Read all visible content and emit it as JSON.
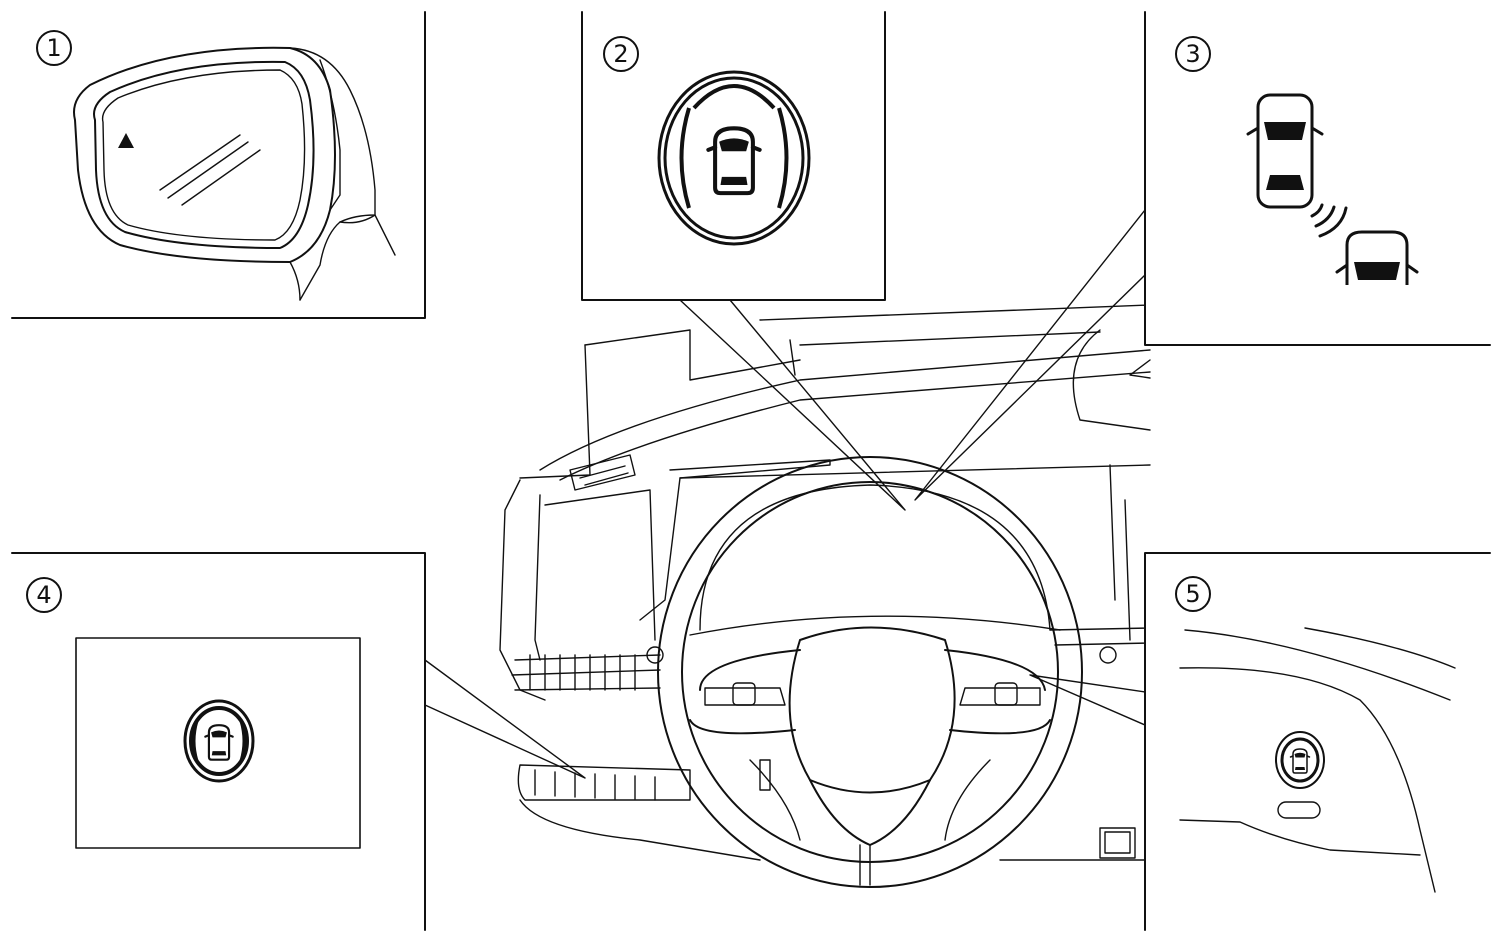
{
  "callouts": [
    {
      "id": 1,
      "label": "1",
      "subject": "door-mirror-indicator"
    },
    {
      "id": 2,
      "label": "2",
      "subject": "instrument-cluster-indicator"
    },
    {
      "id": 3,
      "label": "3",
      "subject": "blind-spot-detection"
    },
    {
      "id": 4,
      "label": "4",
      "subject": "center-display-indicator"
    },
    {
      "id": 5,
      "label": "5",
      "subject": "switch-indicator"
    }
  ],
  "icons": {
    "mirror_warning": "warning-triangle-icon",
    "cluster": "blind-spot-car-icon",
    "radar": "car-detection-waves-icon",
    "display": "blind-spot-car-icon",
    "switch": "blind-spot-car-icon"
  }
}
